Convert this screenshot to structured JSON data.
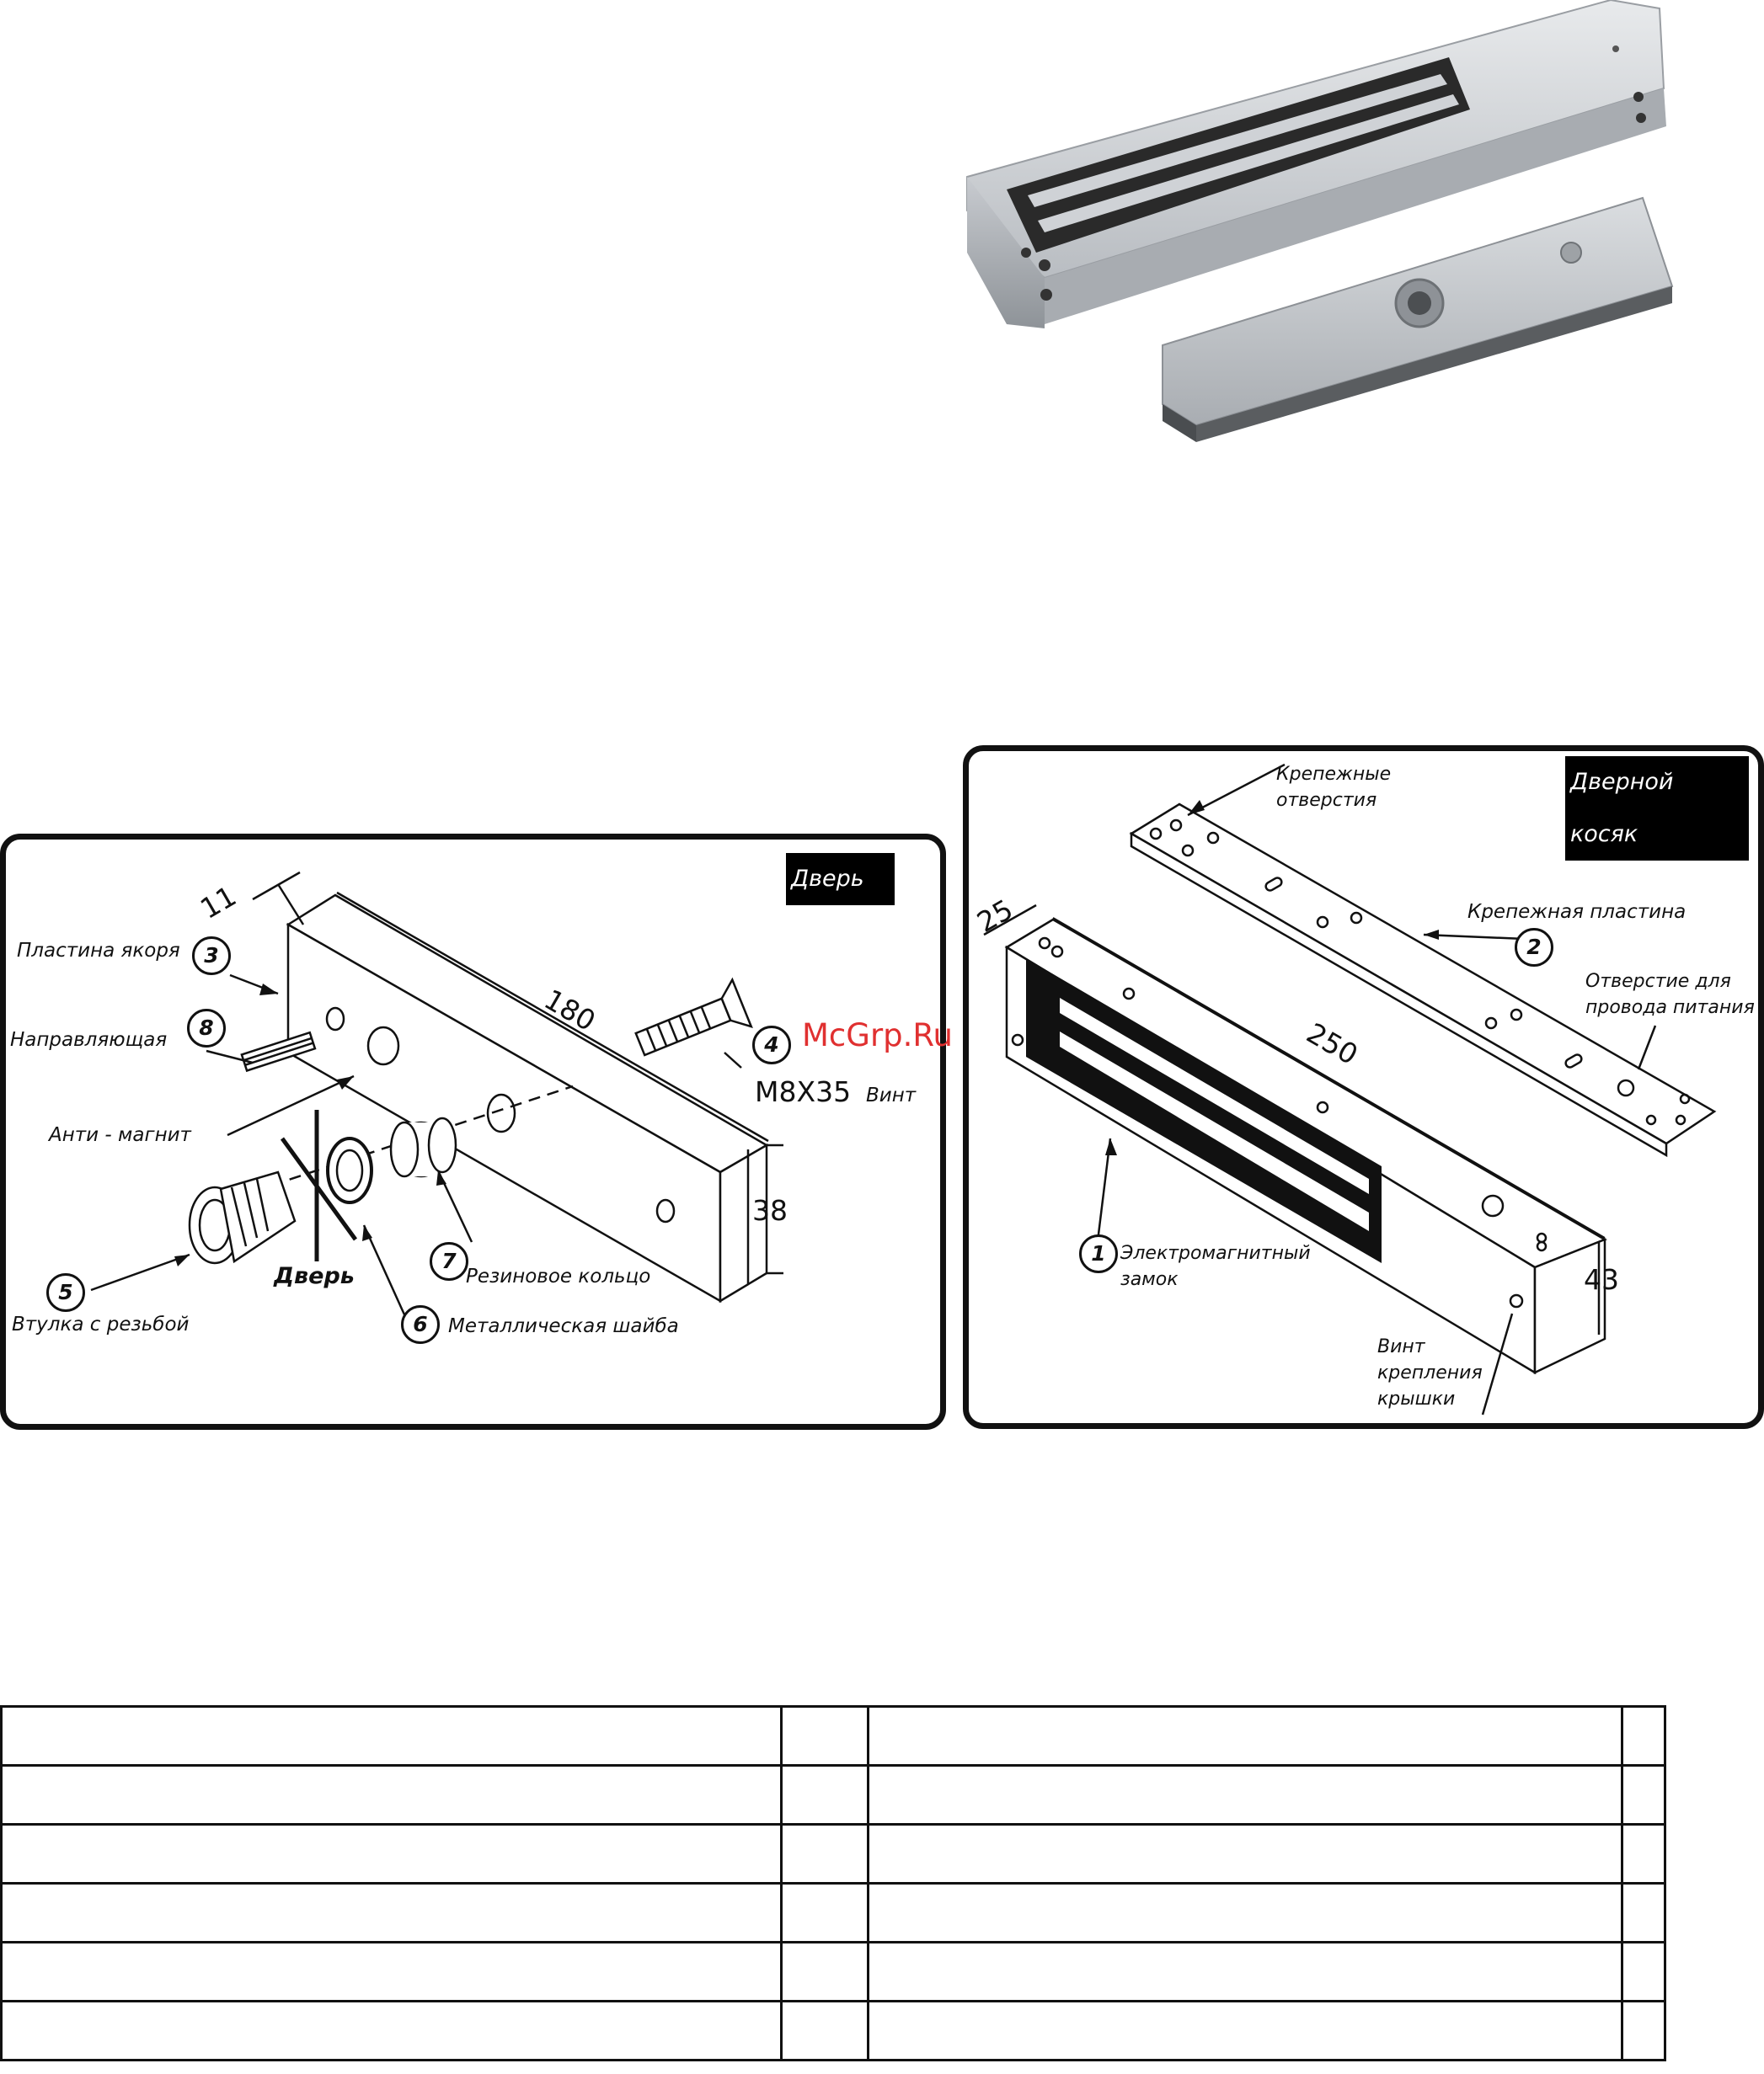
{
  "photo": {
    "description_icon": "magnetic-lock-photo"
  },
  "door_panel": {
    "tag": "Дверь",
    "dims": {
      "thickness": "11",
      "length": "180",
      "height": "38"
    },
    "parts": [
      {
        "num": "3",
        "label": "Пластина якоря"
      },
      {
        "num": "8",
        "label": "Направляющая"
      },
      {
        "num": "",
        "label": "Анти - магнит"
      },
      {
        "num": "4",
        "label": "Винт"
      },
      {
        "num": "5",
        "label": "Втулка с резьбой"
      },
      {
        "num": "6",
        "label": "Металлическая шайба"
      },
      {
        "num": "7",
        "label": "Резиновое кольцо"
      }
    ],
    "screw_spec": "M8X35",
    "door_mark": "Дверь"
  },
  "jamb_panel": {
    "tag": "Дверной косяк",
    "dims": {
      "depth": "25",
      "length": "250",
      "height": "43"
    },
    "mount_holes": "Крепежные отверстия",
    "parts": [
      {
        "num": "2",
        "label": "Крепежная пластина"
      },
      {
        "num": "",
        "label": "Отверстие для провода питания"
      },
      {
        "num": "1",
        "label": "Электромагнитный замок"
      },
      {
        "num": "",
        "label": "Винт крепления крышки"
      }
    ]
  },
  "watermark": "McGrp.Ru",
  "colors": {
    "watermark": "#e03030",
    "border": "#111111",
    "photo_metal": "#c9ccd0"
  }
}
